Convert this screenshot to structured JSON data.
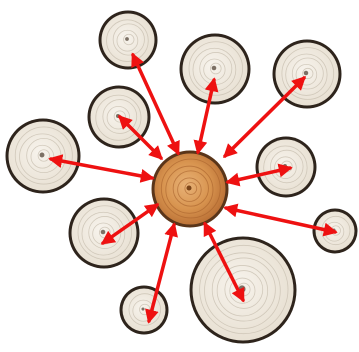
{
  "colors": {
    "background": "#ffffff",
    "arrow": "#ee1111",
    "center_wood_light": "#e8b277",
    "center_wood_dark": "#b86d33",
    "center_bark": "#5a3519",
    "pale_wood": "#f1ebe0",
    "pale_ring": "#c9c0b2",
    "bark": "#2e241c"
  },
  "diagram": {
    "center": {
      "name": "center-log"
    },
    "satellites": [
      {
        "name": "satellite-top-left"
      },
      {
        "name": "satellite-top-center"
      },
      {
        "name": "satellite-top-right"
      },
      {
        "name": "satellite-upper-left"
      },
      {
        "name": "satellite-left"
      },
      {
        "name": "satellite-right"
      },
      {
        "name": "satellite-lower-left"
      },
      {
        "name": "satellite-far-right"
      },
      {
        "name": "satellite-bottom-left"
      },
      {
        "name": "satellite-bottom-large"
      }
    ]
  }
}
